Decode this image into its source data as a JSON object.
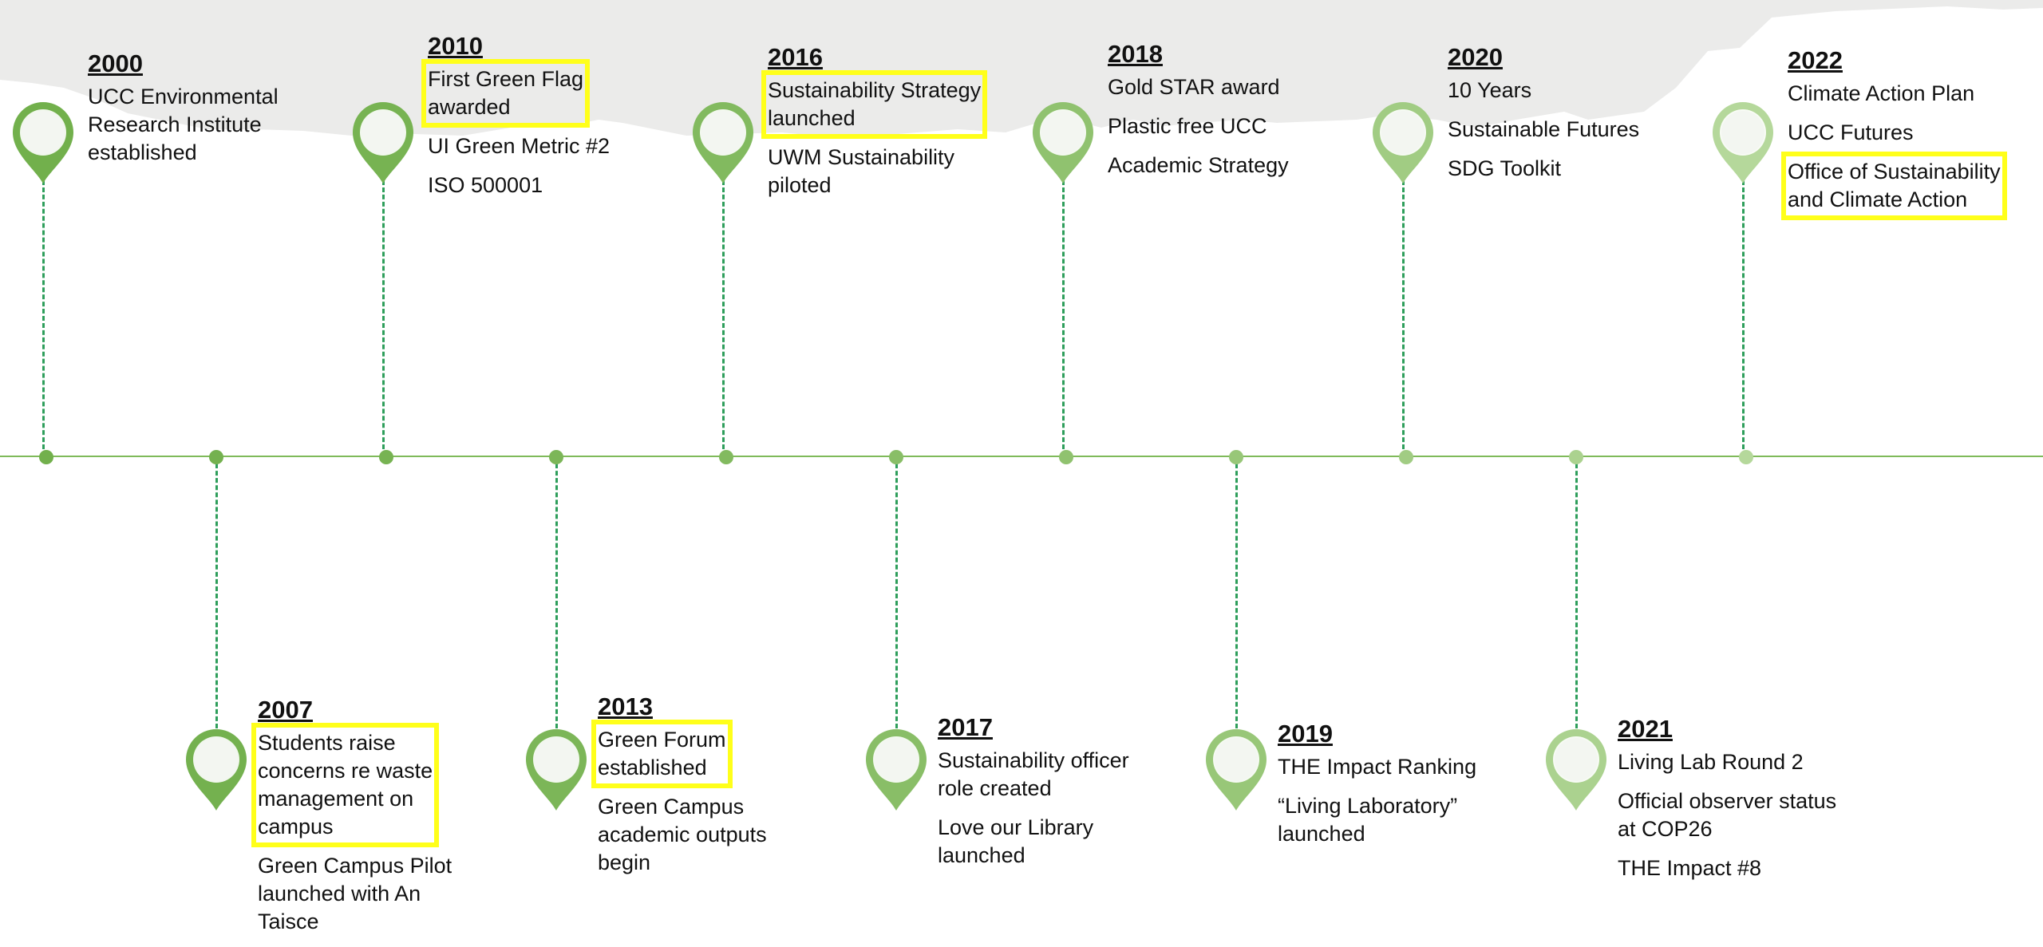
{
  "timeline": {
    "axis_color": "#7fba5a",
    "highlight_color": "#ffff1a",
    "events": [
      {
        "year": "2000",
        "position": "top",
        "color": "#72b04c",
        "items": [
          {
            "text": "UCC Environmental\nResearch Institute\nestablished",
            "highlight": false
          }
        ]
      },
      {
        "year": "2007",
        "position": "bottom",
        "color": "#74b14f",
        "items": [
          {
            "text": "Students raise\nconcerns re waste\nmanagement on\ncampus",
            "highlight": true
          },
          {
            "text": "Green Campus Pilot\nlaunched with An\nTaisce",
            "highlight": false
          }
        ]
      },
      {
        "year": "2010",
        "position": "top",
        "color": "#77b352",
        "items": [
          {
            "text": "First Green Flag\nawarded",
            "highlight": true
          },
          {
            "text": "UI Green Metric #2",
            "highlight": false
          },
          {
            "text": "ISO 500001",
            "highlight": false
          }
        ]
      },
      {
        "year": "2013",
        "position": "bottom",
        "color": "#7cb658",
        "items": [
          {
            "text": "Green Forum\nestablished",
            "highlight": true
          },
          {
            "text": "Green Campus\nacademic outputs\nbegin",
            "highlight": false
          }
        ]
      },
      {
        "year": "2016",
        "position": "top",
        "color": "#82ba5f",
        "items": [
          {
            "text": "Sustainability Strategy\nlaunched",
            "highlight": true
          },
          {
            "text": "UWM Sustainability\npiloted",
            "highlight": false
          }
        ]
      },
      {
        "year": "2017",
        "position": "bottom",
        "color": "#89be67",
        "items": [
          {
            "text": "Sustainability officer\nrole created",
            "highlight": false
          },
          {
            "text": "Love our Library\nlaunched",
            "highlight": false
          }
        ]
      },
      {
        "year": "2018",
        "position": "top",
        "color": "#90c26f",
        "items": [
          {
            "text": "Gold STAR award",
            "highlight": false
          },
          {
            "text": "Plastic free UCC",
            "highlight": false
          },
          {
            "text": "Academic Strategy",
            "highlight": false
          }
        ]
      },
      {
        "year": "2019",
        "position": "bottom",
        "color": "#98c778",
        "items": [
          {
            "text": "THE Impact Ranking",
            "highlight": false
          },
          {
            "text": "“Living Laboratory”\nlaunched",
            "highlight": false
          }
        ]
      },
      {
        "year": "2020",
        "position": "top",
        "color": "#a1cc83",
        "items": [
          {
            "text": "10 Years",
            "highlight": false
          },
          {
            "text": "Sustainable Futures",
            "highlight": false
          },
          {
            "text": "SDG Toolkit",
            "highlight": false
          }
        ]
      },
      {
        "year": "2021",
        "position": "bottom",
        "color": "#abd28f",
        "items": [
          {
            "text": "Living Lab Round 2",
            "highlight": false
          },
          {
            "text": "Official observer status\nat COP26",
            "highlight": false
          },
          {
            "text": "THE Impact #8",
            "highlight": false
          }
        ]
      },
      {
        "year": "2022",
        "position": "top",
        "color": "#b5d89b",
        "items": [
          {
            "text": "Climate Action Plan",
            "highlight": false
          },
          {
            "text": "UCC Futures",
            "highlight": false
          },
          {
            "text": "Office of Sustainability\nand Climate Action",
            "highlight": true
          }
        ]
      }
    ]
  }
}
